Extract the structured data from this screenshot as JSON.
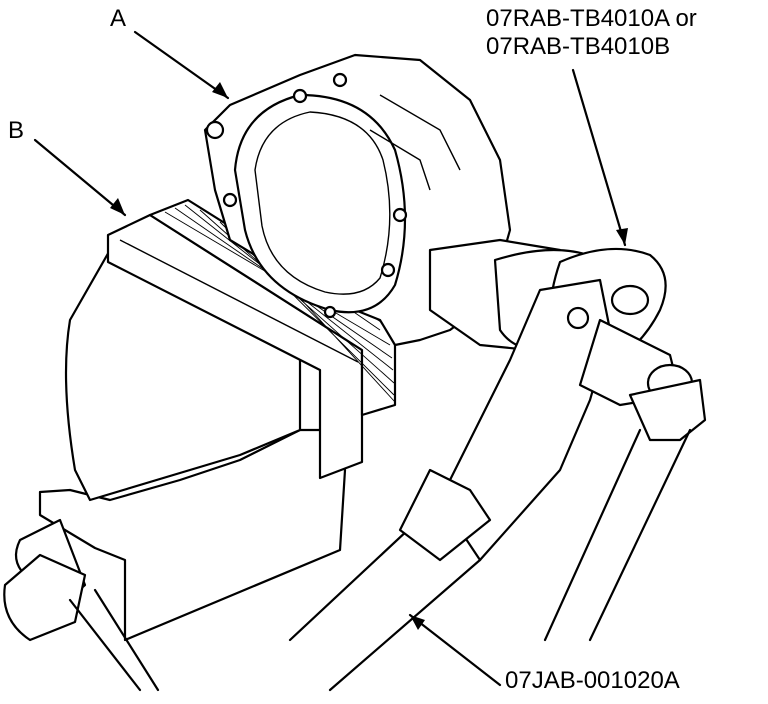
{
  "labels": {
    "a": "A",
    "b": "B",
    "tool_holder_line1": "07RAB-TB4010A or",
    "tool_holder_line2": "07RAB-TB4010B",
    "tool_wrench": "07JAB-001020A"
  },
  "colors": {
    "ink": "#000000",
    "paper": "#ffffff"
  }
}
